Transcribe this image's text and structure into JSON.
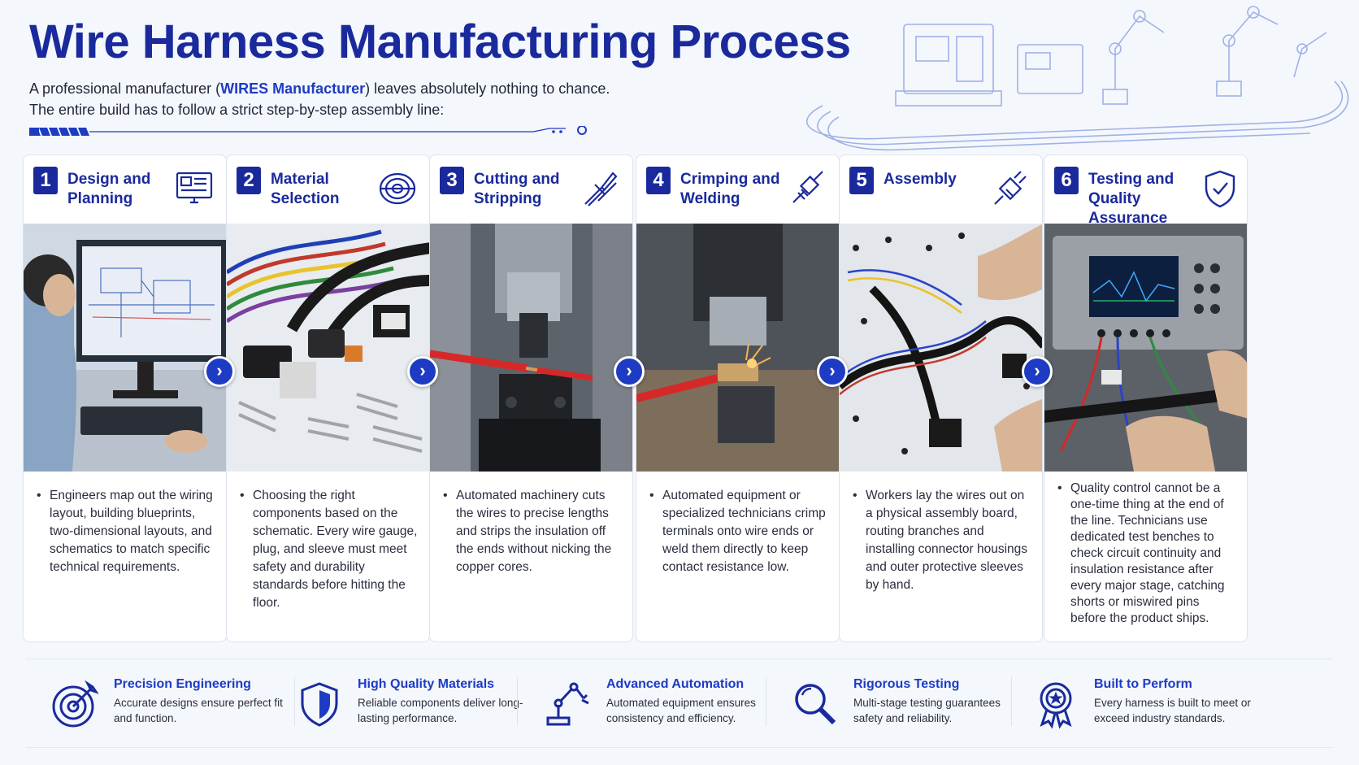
{
  "header": {
    "title": "Wire Harness Manufacturing Process",
    "intro_pre": "A professional manufacturer (",
    "intro_brand": "WIRES Manufacturer",
    "intro_post": ") leaves absolutely nothing to chance.",
    "intro_line2": "The entire build has to follow a strict step-by-step assembly line:"
  },
  "steps": [
    {
      "number": "1",
      "title": "Design and Planning",
      "icon": "monitor-blueprint-icon",
      "description": "Engineers map out the wiring layout, building blueprints, two-dimensional layouts, and schematics to match specific technical requirements."
    },
    {
      "number": "2",
      "title": "Material Selection",
      "icon": "wire-spool-icon",
      "description": "Choosing the right components based on the schematic. Every wire gauge, plug, and sleeve must meet safety and durability standards before hitting the floor."
    },
    {
      "number": "3",
      "title": "Cutting and Stripping",
      "icon": "wire-cutter-icon",
      "description": "Automated machinery cuts the wires to precise lengths and strips the insulation off the ends without nicking the copper cores."
    },
    {
      "number": "4",
      "title": "Crimping and Welding",
      "icon": "crimp-terminal-icon",
      "description": "Automated equipment or specialized technicians crimp terminals onto wire ends or weld them directly to keep contact resistance low."
    },
    {
      "number": "5",
      "title": "Assembly",
      "icon": "connector-plug-icon",
      "description": "Workers lay the wires out on a physical assembly board, routing branches and installing connector housings and outer protective sleeves by hand."
    },
    {
      "number": "6",
      "title": "Testing and Quality Assurance",
      "icon": "shield-check-icon",
      "description": "Quality control cannot be a one-time thing at the end of the line. Technicians use dedicated test benches to check circuit continuity and insulation resistance after every major stage, catching shorts or miswired pins before the product ships."
    }
  ],
  "arrow_glyph": "›",
  "features": [
    {
      "title": "Precision Engineering",
      "text": "Accurate designs ensure perfect fit and function.",
      "icon": "target-icon"
    },
    {
      "title": "High Quality Materials",
      "text": "Reliable components deliver long-lasting performance.",
      "icon": "shield-icon"
    },
    {
      "title": "Advanced Automation",
      "text": "Automated equipment ensures consistency and efficiency.",
      "icon": "robot-arm-icon"
    },
    {
      "title": "Rigorous Testing",
      "text": "Multi-stage testing guarantees safety and reliability.",
      "icon": "magnifier-icon"
    },
    {
      "title": "Built to Perform",
      "text": "Every harness is built to meet or exceed industry standards.",
      "icon": "award-badge-icon"
    }
  ],
  "colors": {
    "brand_blue": "#1a2a9c",
    "accent_blue": "#1e3bc4",
    "background": "#f4f7fc"
  }
}
